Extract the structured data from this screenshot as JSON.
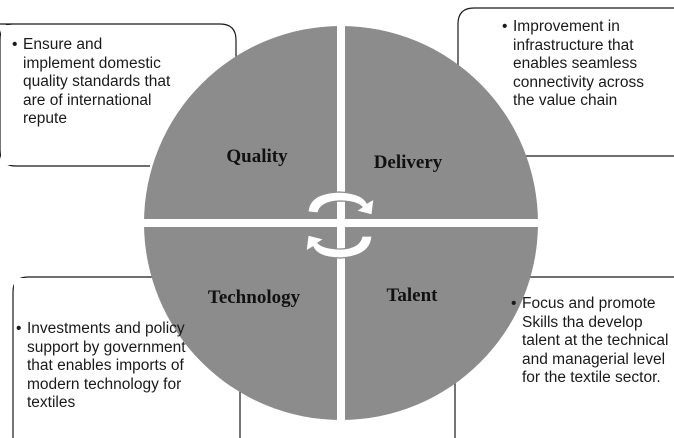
{
  "diagram": {
    "quadrants": [
      {
        "id": "quality",
        "label": "Quality"
      },
      {
        "id": "delivery",
        "label": "Delivery"
      },
      {
        "id": "technology",
        "label": "Technology"
      },
      {
        "id": "talent",
        "label": "Talent"
      }
    ],
    "notes": {
      "quality": "Ensure and implement domestic quality standards that are of international repute",
      "delivery": "Improvement in infrastructure that enables seamless connectivity across the value chain",
      "technology": "Investments and policy support by government that enables imports of modern technology for textiles",
      "talent": "Focus and promote Skills tha develop talent at the technical and managerial level for the textile sector."
    },
    "bullet": "•",
    "colors": {
      "quadrant_fill": "#8c8c8c",
      "divider": "#ffffff",
      "box_border": "#1a1a1a",
      "arrow_fill": "#ffffff",
      "arrow_stroke": "#8c8c8c"
    }
  }
}
